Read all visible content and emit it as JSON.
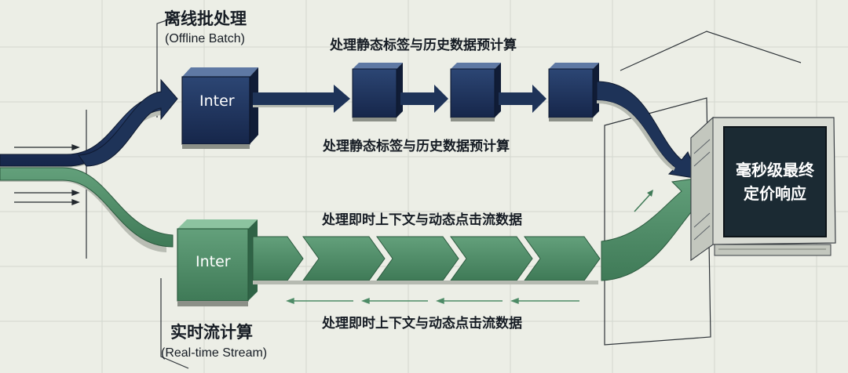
{
  "batch": {
    "title_cn": "离线批处理",
    "title_en": "(Offline Batch)",
    "node_label": "Inter",
    "caption_top": "处理静态标签与历史数据预计算",
    "caption_bottom": "处理静态标签与历史数据预计算"
  },
  "stream": {
    "title_cn": "实时流计算",
    "title_en": "(Real-time Stream)",
    "node_label": "Inter",
    "caption_top": "处理即时上下文与动态点击流数据",
    "caption_bottom": "处理即时上下文与动态点击流数据"
  },
  "output": {
    "line1": "毫秒级最终",
    "line2": "定价响应"
  },
  "colors": {
    "background": "#eceee6",
    "batch_navy": "#1e3358",
    "stream_green": "#4d8b66",
    "output_panel": "#1b2a33",
    "grid_line": "#d3d7cf"
  }
}
